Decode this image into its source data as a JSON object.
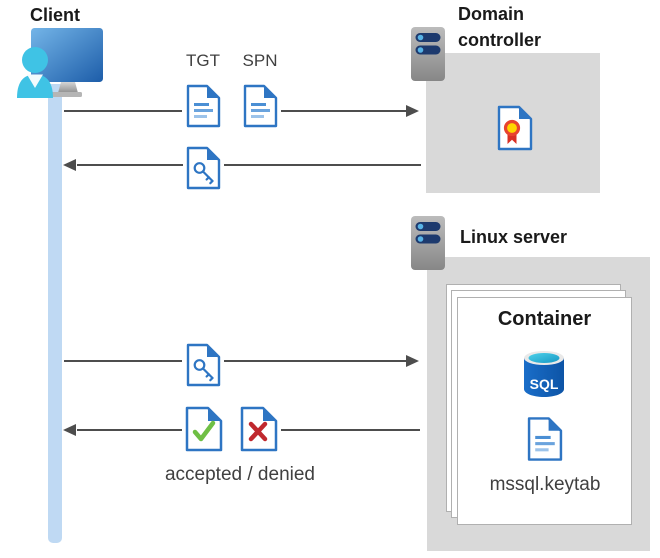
{
  "diagram": {
    "client": {
      "title": "Client"
    },
    "flow": {
      "tgt_label": "TGT",
      "spn_label": "SPN",
      "accepted_denied_label": "accepted / denied"
    },
    "domain_controller": {
      "title": "Domain controller"
    },
    "linux_server": {
      "title": "Linux server",
      "container": {
        "title": "Container",
        "sql_badge": "SQL",
        "keytab_label": "mssql.keytab"
      }
    }
  },
  "icons": {
    "client": "client-workstation-icon",
    "server": "server-icon",
    "ticket_document": "document-text-icon",
    "key_document": "document-key-icon",
    "certificate_document": "document-certificate-icon",
    "accepted_document": "document-check-icon",
    "denied_document": "document-cross-icon",
    "sql_database": "sql-database-icon"
  },
  "colors": {
    "doc_blue": "#2e75c3",
    "doc_line_blue": "#6aa3dd",
    "lifeline_blue": "#bfd9f3",
    "box_gray": "#d9d9d9",
    "arrow_gray": "#4d4d4d",
    "check_green": "#6fbf44",
    "cross_red": "#c0282e",
    "sql_blue": "#1262b8",
    "sql_cyan": "#35bcd8",
    "cert_yellow": "#ffd500",
    "cert_red": "#d93025",
    "server_bar_navy": "#1d3a6e",
    "person_cyan": "#3fc3e5",
    "text_dark": "#1a1a1a",
    "text_gray": "#404040"
  }
}
